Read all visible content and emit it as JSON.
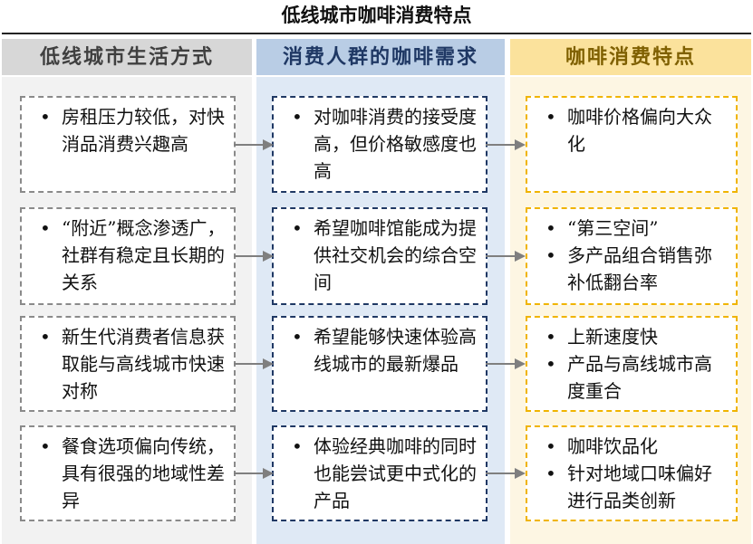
{
  "title": "低线城市咖啡消费特点",
  "columns": [
    {
      "header": "低线城市生活方式",
      "rows": [
        [
          "房租压力较低，对快消品消费兴趣高"
        ],
        [
          "“附近”概念渗透广，社群有稳定且长期的关系"
        ],
        [
          "新生代消费者信息获取能与高线城市快速对称"
        ],
        [
          "餐食选项偏向传统，具有很强的地域性差异"
        ]
      ]
    },
    {
      "header": "消费人群的咖啡需求",
      "rows": [
        [
          "对咖啡消费的接受度高，但价格敏感度也高"
        ],
        [
          "希望咖啡馆能成为提供社交机会的综合空间"
        ],
        [
          "希望能够快速体验高线城市的最新爆品"
        ],
        [
          "体验经典咖啡的同时也能尝试更中式化的产品"
        ]
      ]
    },
    {
      "header": "咖啡消费特点",
      "rows": [
        [
          "咖啡价格偏向大众化"
        ],
        [
          "“第三空间”",
          "多产品组合销售弥补低翻台率"
        ],
        [
          "上新速度快",
          "产品与高线城市高度重合"
        ],
        [
          "咖啡饮品化",
          "针对地域口味偏好进行品类创新"
        ]
      ]
    }
  ],
  "colors": {
    "col1_header": "#d7d7d7",
    "col2_header": "#b9cde5",
    "col3_header": "#fbe29c",
    "col2_border": "#1f3864",
    "col3_border": "#f0b400",
    "arrow": "#7f7f7f"
  }
}
